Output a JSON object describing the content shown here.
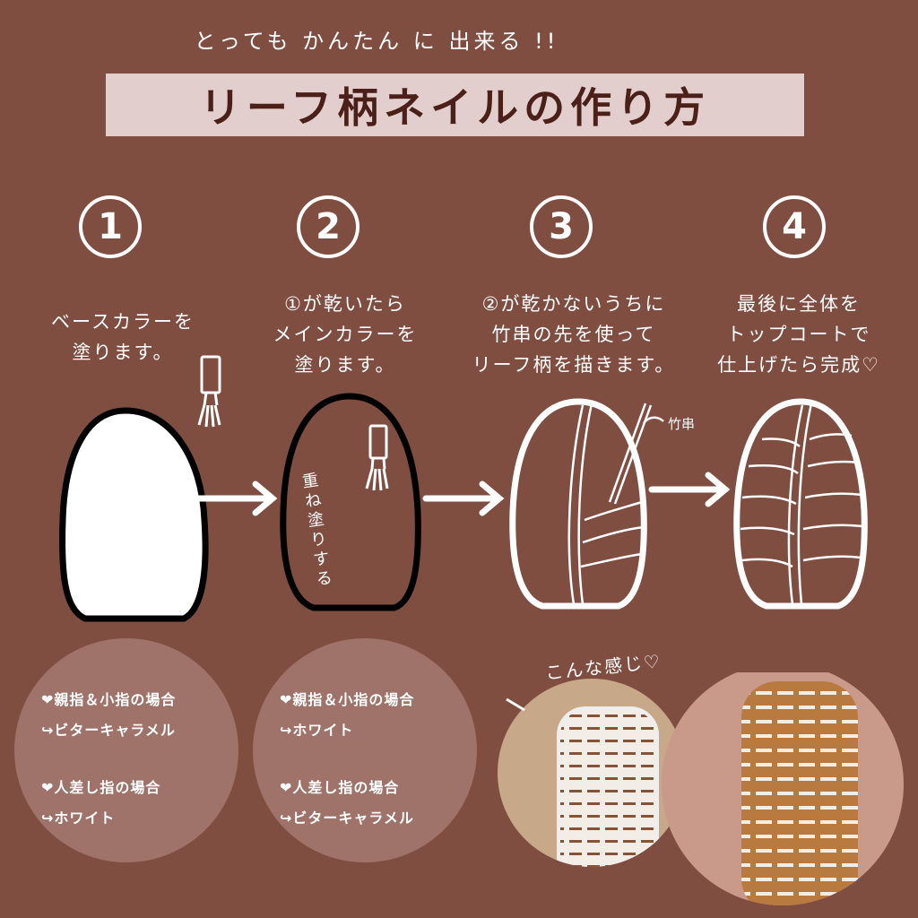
{
  "subtitle": "とっても かんたん に 出来る !!",
  "title": "リーフ柄ネイルの作り方",
  "steps": [
    {
      "number": "1",
      "lines": [
        "ベースカラーを",
        "塗ります。"
      ]
    },
    {
      "number": "2",
      "lines": [
        "①が乾いたら",
        "メインカラーを",
        "塗ります。"
      ],
      "nail_note": "重ね塗りする"
    },
    {
      "number": "3",
      "lines": [
        "②が乾かないうちに",
        "竹串の先を使って",
        "リーフ柄を描きます。"
      ],
      "tool_label": "竹串"
    },
    {
      "number": "4",
      "lines": [
        "最後に全体を",
        "トップコートで",
        "仕上げたら完成♡"
      ]
    }
  ],
  "notes": [
    {
      "h1": "❤親指＆小指の場合",
      "v1": "↪ビターキャラメル",
      "h2": "❤人差し指の場合",
      "v2": "↪ホワイト"
    },
    {
      "h1": "❤親指＆小指の場合",
      "v1": "↪ホワイト",
      "h2": "❤人差し指の場合",
      "v2": "↪ビターキャラメル"
    }
  ],
  "photo_caption": "こんな感じ♡",
  "colors": {
    "background": "#7f4e41",
    "title_box": "#e2cfcd",
    "title_text": "#4a2018",
    "note_circle": "#9f7369",
    "nail_dark": "#7f4e41"
  }
}
